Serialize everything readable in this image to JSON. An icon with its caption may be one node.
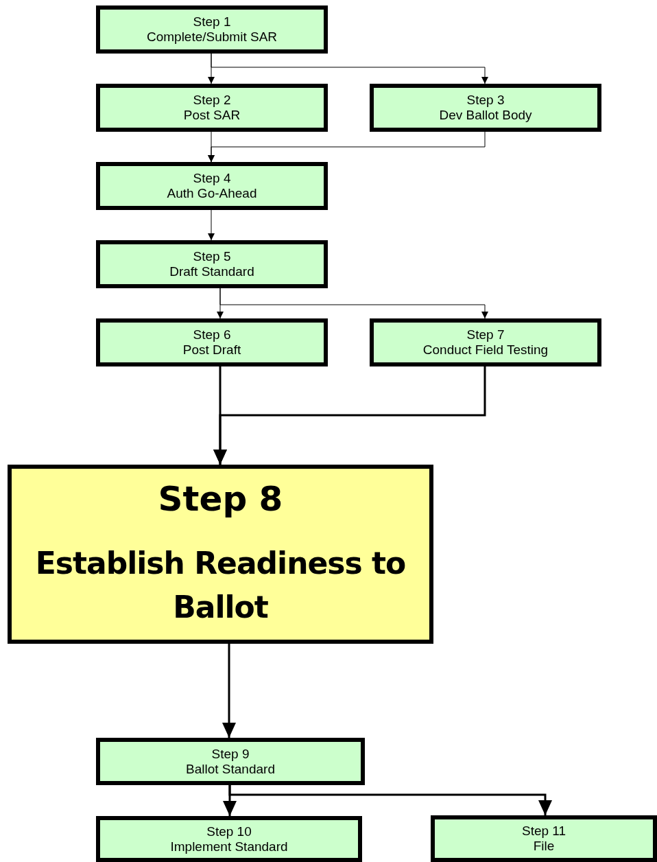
{
  "diagram": {
    "nodes": [
      {
        "text": [
          "Step 1",
          "Complete/Submit SAR"
        ]
      },
      {
        "text": [
          "Step 2",
          "Post SAR"
        ]
      },
      {
        "text": [
          "Step 3",
          "Dev Ballot Body"
        ]
      },
      {
        "text": [
          "Step 4",
          "Auth Go-Ahead"
        ]
      },
      {
        "text": [
          "Step 5",
          "Draft Standard"
        ]
      },
      {
        "text": [
          "Step 6",
          "Post Draft"
        ]
      },
      {
        "text": [
          "Step 7",
          "Conduct Field Testing"
        ]
      },
      {
        "text": [
          "Step 8",
          "Establish Readiness to Ballot"
        ]
      },
      {
        "text": [
          "Step 9",
          "Ballot Standard"
        ]
      },
      {
        "text": [
          "Step 10",
          "Implement Standard"
        ]
      },
      {
        "text": [
          "Step 11",
          "File"
        ]
      }
    ],
    "edges": [
      {
        "from": 0,
        "to": 1,
        "arrow": "to"
      },
      {
        "from": 0,
        "to": 2,
        "arrow": "to"
      },
      {
        "from": 1,
        "to": 3,
        "arrow": "to"
      },
      {
        "from": 2,
        "to": 3,
        "arrow": "to"
      },
      {
        "from": 3,
        "to": 4,
        "arrow": "to"
      },
      {
        "from": 4,
        "to": 5,
        "arrow": "to"
      },
      {
        "from": 4,
        "to": 6,
        "arrow": "to"
      },
      {
        "from": 5,
        "to": 7,
        "arrow": "to",
        "style": "thick"
      },
      {
        "from": 6,
        "to": 7,
        "arrow": "to",
        "style": "thick"
      },
      {
        "from": 7,
        "to": 8,
        "arrow": "to",
        "style": "thick"
      },
      {
        "from": 8,
        "to": 9,
        "arrow": "to",
        "style": "thick"
      },
      {
        "from": 8,
        "to": 10,
        "arrow": "to",
        "style": "thick"
      }
    ]
  }
}
